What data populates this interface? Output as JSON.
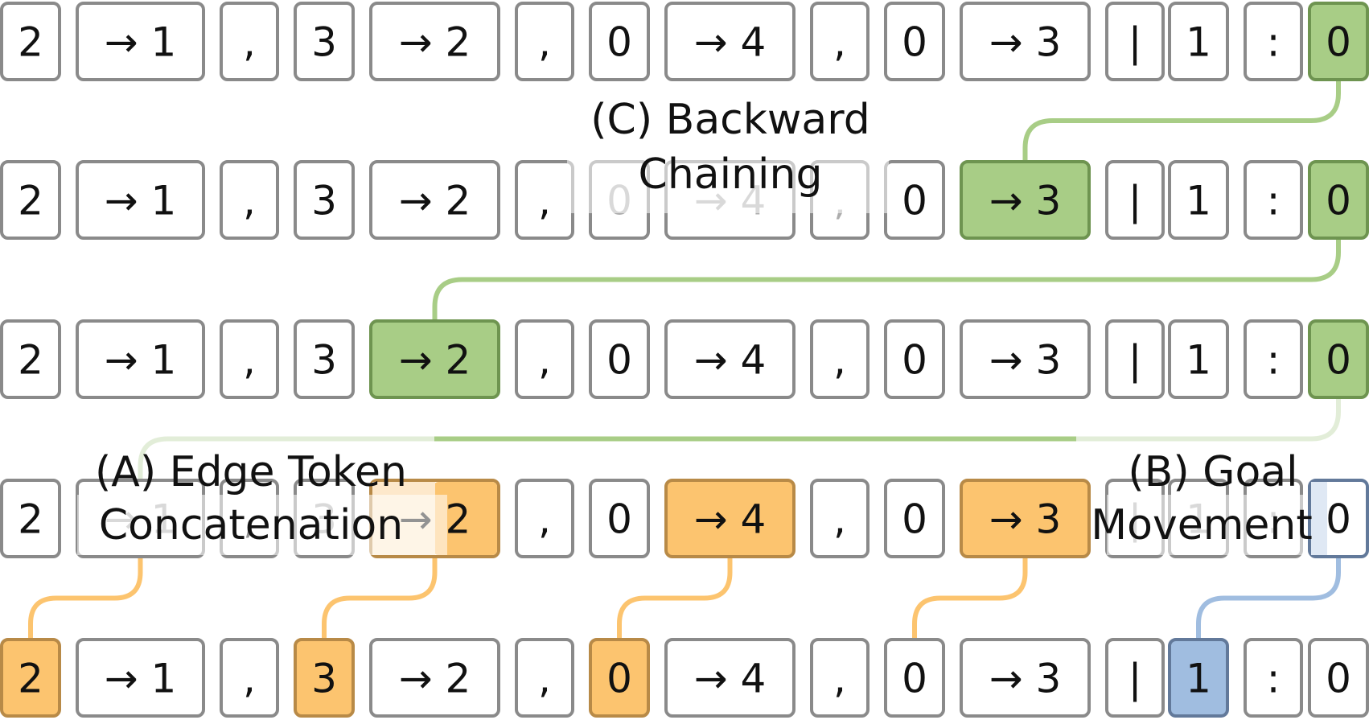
{
  "tokens": [
    "2",
    "→ 1",
    ",",
    "3",
    "→ 2",
    ",",
    "0",
    "→ 4",
    ",",
    "0",
    "→ 3",
    "|",
    "1",
    ":",
    "0"
  ],
  "colors": {
    "border": "#8a8a8a",
    "green_fill": "#a8cd86",
    "green_border": "#6e9450",
    "green_link": "#a8cd86",
    "orange_fill": "#fcc46f",
    "orange_border": "#b88a47",
    "orange_link": "#fcc46f",
    "blue_fill": "#a0bde0",
    "blue_border": "#62799a",
    "blue_link": "#a0bde0",
    "pale_green_link": "#e2edd8"
  },
  "rows": [
    {
      "highlights": {
        "14": "green"
      }
    },
    {
      "highlights": {
        "10": "green",
        "14": "green"
      },
      "faded_tokens": [
        6,
        7,
        8
      ]
    },
    {
      "highlights": {
        "4": "green",
        "14": "green"
      }
    },
    {
      "highlights": {
        "4": "orange-half",
        "7": "orange",
        "10": "orange",
        "14": "blue-half"
      },
      "faded_tokens": [
        1,
        3,
        11,
        12,
        13
      ]
    },
    {
      "highlights": {
        "0": "orange",
        "3": "orange",
        "6": "orange",
        "12": "blue"
      }
    }
  ],
  "labels": {
    "backward_chaining": {
      "line1": "(C) Backward",
      "line2": "Chaining"
    },
    "edge_token_concatenation": {
      "line1": "(A) Edge Token",
      "line2": "Concatenation"
    },
    "goal_movement": {
      "line1": "(B) Goal",
      "line2": "Movement"
    }
  }
}
